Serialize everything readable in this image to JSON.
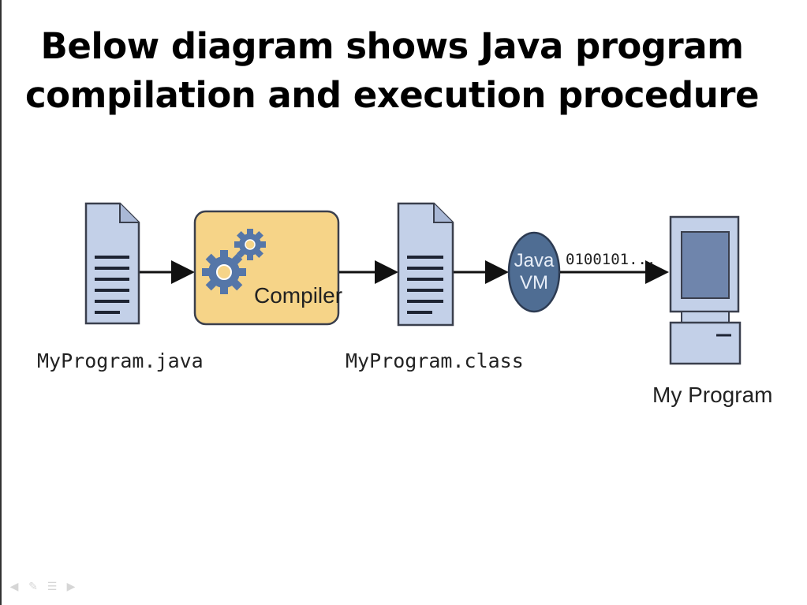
{
  "title": {
    "line1": "Below diagram shows Java program",
    "line2": "compilation and execution procedure"
  },
  "diagram": {
    "source_file": "MyProgram.java",
    "compiler": "Compiler",
    "class_file": "MyProgram.class",
    "jvm_line1": "Java",
    "jvm_line2": "VM",
    "bytecode": "0100101...",
    "program": "My Program"
  },
  "colors": {
    "document_fill": "#c3d0e8",
    "document_stroke": "#3a3f4d",
    "compiler_fill": "#f6d488",
    "gear_fill": "#5576a8",
    "jvm_fill": "#4f6d93",
    "computer_fill": "#c3d0e8",
    "screen_fill": "#6f85ac",
    "arrow": "#111111"
  },
  "nav_icons": [
    "back-arrow-icon",
    "pen-icon",
    "menu-icon",
    "forward-arrow-icon"
  ]
}
